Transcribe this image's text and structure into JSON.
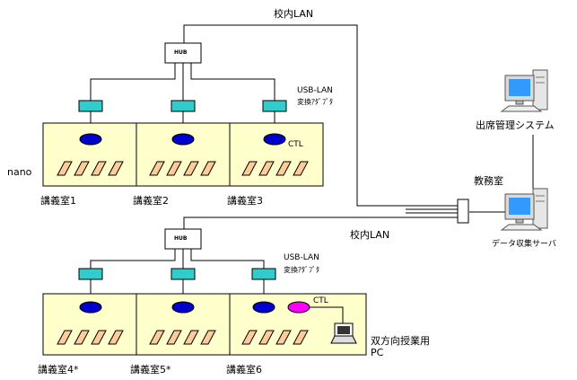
{
  "network": {
    "top_lan_label": "校内LAN",
    "bottom_lan_label": "校内LAN",
    "hub_label": "HUB",
    "adapter_label_line1": "USB-LAN",
    "adapter_label_line2": "変換ｱﾀﾞﾌﾟﾀ",
    "ctl_label": "CTL",
    "nano_label": "nano",
    "pc_label_line1": "双方向授業用",
    "pc_label_line2": "PC"
  },
  "rooms_top": [
    {
      "label": "講義室1"
    },
    {
      "label": "講義室2"
    },
    {
      "label": "講義室3"
    }
  ],
  "rooms_bottom": [
    {
      "label": "講義室4*"
    },
    {
      "label": "講義室5*"
    },
    {
      "label": "講義室6"
    }
  ],
  "staff_room": {
    "label": "教務室",
    "attendance_system_label": "出席管理システム",
    "data_server_label": "データ収集サーバ"
  },
  "colors": {
    "room_fill": "#ffffcc",
    "adapter": "#33cccc",
    "reader_blue": "#0000cc",
    "ctl_magenta": "#ff00ff",
    "desk": "#ffcc99",
    "monitor_screen": "#3399ff"
  }
}
